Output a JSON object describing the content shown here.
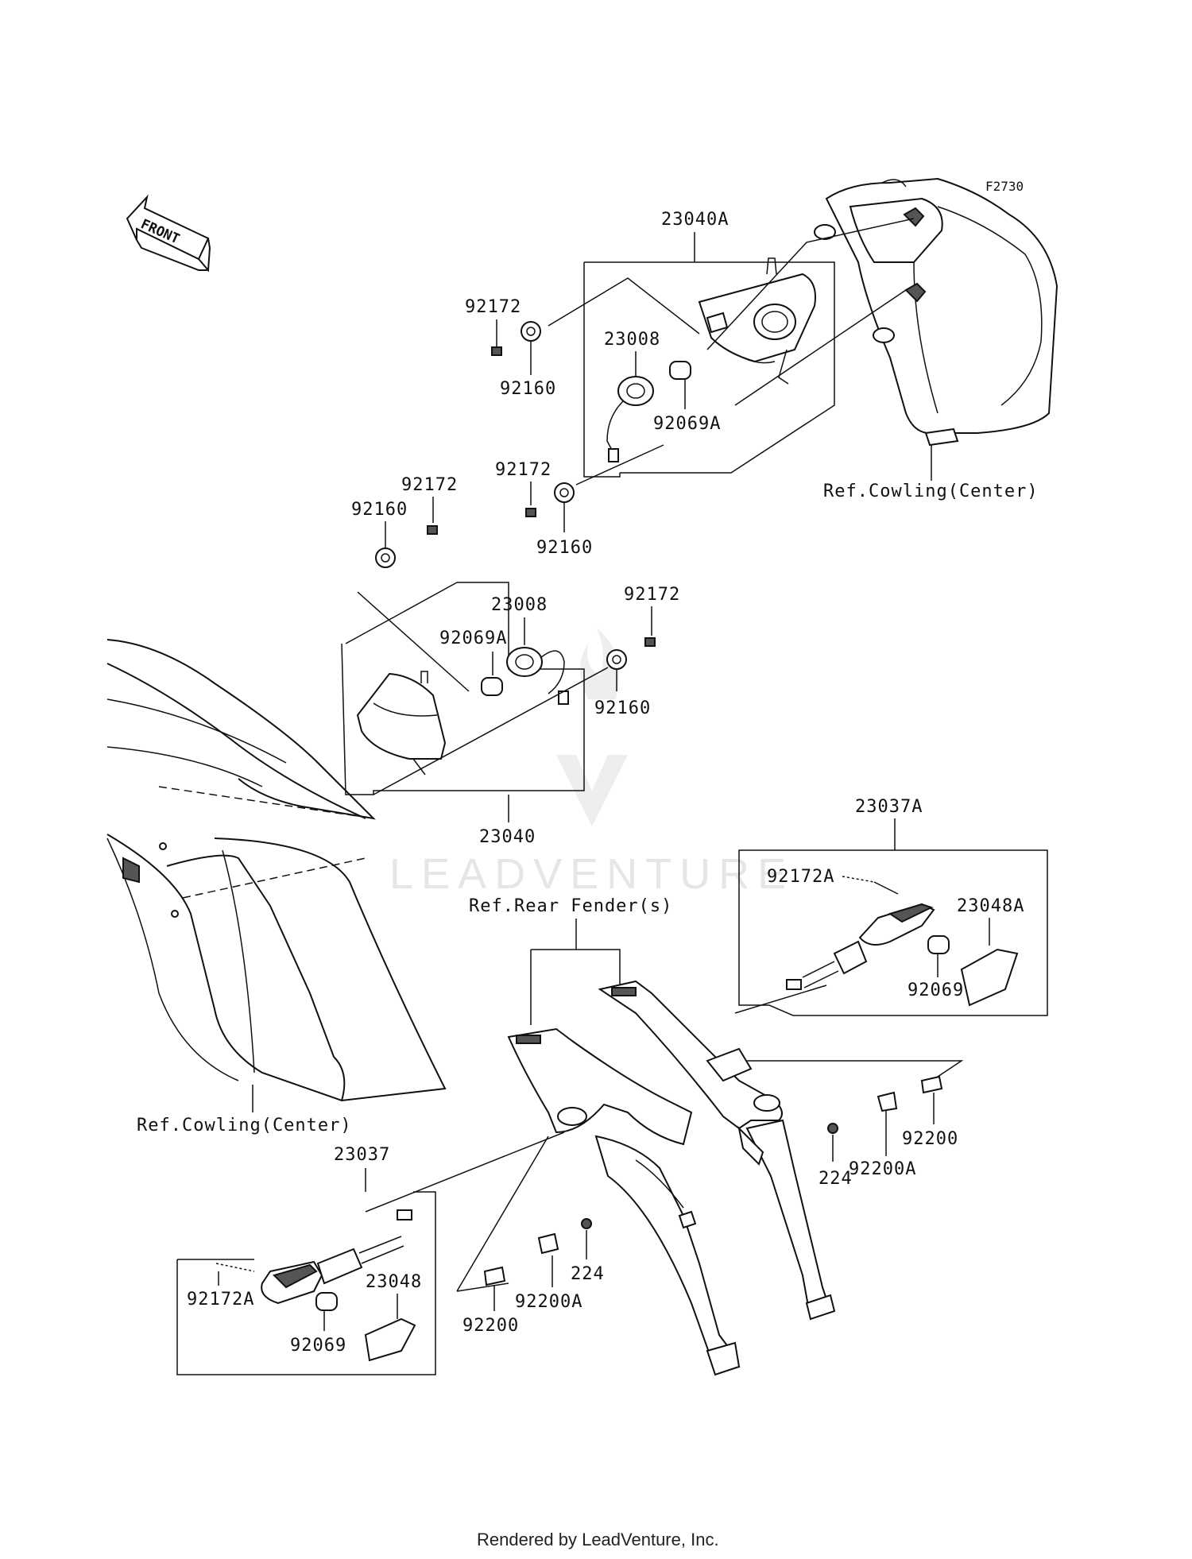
{
  "diagram_code": "F2730",
  "front_label": "FRONT",
  "watermark": "LEADVENTURE",
  "footer": "Rendered by LeadVenture, Inc.",
  "callouts": {
    "a23040A": "23040A",
    "a92172_1": "92172",
    "a92160_1": "92160",
    "a23008_1": "23008",
    "a92069A_1": "92069A",
    "a92172_2": "92172",
    "a92160_2": "92160",
    "refCowlingTop": "Ref.Cowling(Center)",
    "a92172_3": "92172",
    "a92160_3": "92160",
    "a23008_2": "23008",
    "a92069A_2": "92069A",
    "a92172_4": "92172",
    "a92160_4": "92160",
    "a23040": "23040",
    "a23037A": "23037A",
    "a92172A_1": "92172A",
    "a23048A": "23048A",
    "a92069_1": "92069",
    "refRearFender": "Ref.Rear Fender(s)",
    "a92200_1": "92200",
    "a92200A_1": "92200A",
    "a224_1": "224",
    "refCowlingBottom": "Ref.Cowling(Center)",
    "a23037": "23037",
    "a92172A_2": "92172A",
    "a23048": "23048",
    "a92069_2": "92069",
    "a224_2": "224",
    "a92200A_2": "92200A",
    "a92200_2": "92200"
  }
}
